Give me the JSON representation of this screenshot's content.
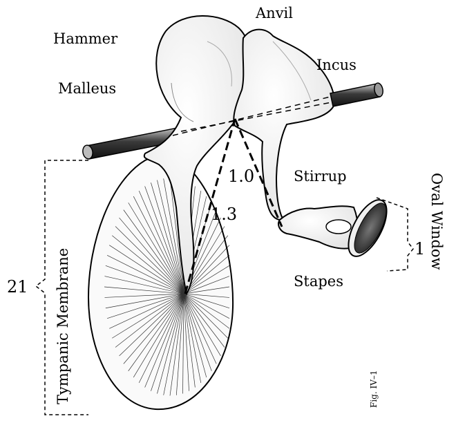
{
  "labels": {
    "anvil": "Anvil",
    "hammer": "Hammer",
    "incus": "Incus",
    "malleus": "Malleus",
    "stirrup": "Stirrup",
    "stapes": "Stapes",
    "oval_window": "Oval Window",
    "tympanic_membrane": "Tympanic Membrane",
    "figure": "Fig. IV–1"
  },
  "ratios": {
    "lever_short": "1.0",
    "lever_long": "1.3",
    "membrane_area": "21",
    "window_area": "1"
  }
}
